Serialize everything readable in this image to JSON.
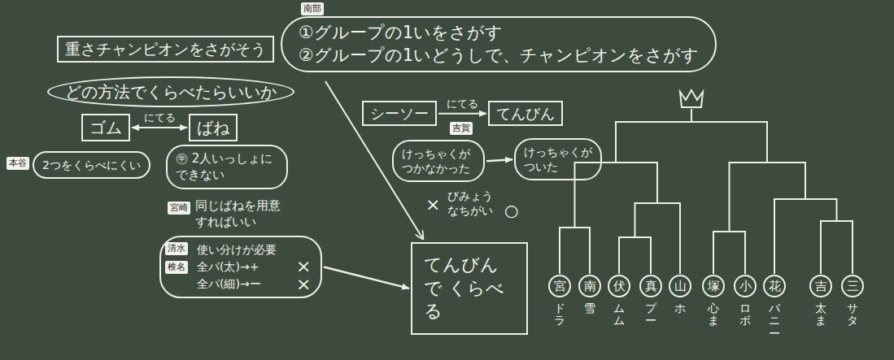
{
  "diagram": {
    "title": "重さチャンピオンをさがそう",
    "nodes": [
      {
        "text": [
          "南部"
        ]
      },
      {
        "text": [
          "①グループの1いをさがす",
          "②グループの1いどうしで、チャンピオンをさがす"
        ]
      },
      {
        "text": [
          "どの方法でくらべたらいいか"
        ]
      },
      {
        "text": [
          "ゴム"
        ]
      },
      {
        "text": [
          "ばね"
        ]
      },
      {
        "text": [
          "シーソー"
        ]
      },
      {
        "text": [
          "吉賀"
        ]
      },
      {
        "text": [
          "てんびん"
        ]
      },
      {
        "text": [
          "本谷"
        ]
      },
      {
        "text": [
          "2つをくらべにくい"
        ]
      },
      {
        "text": [
          "㊫ 2人いっしょにできない"
        ]
      },
      {
        "text": [
          "けっちゃくがつかなかった"
        ]
      },
      {
        "text": [
          "けっちゃくがついた"
        ]
      },
      {
        "text": [
          "宮崎"
        ]
      },
      {
        "text": [
          "使い分けが必要",
          "全パ(太)→+",
          "全パ(細)→ー"
        ]
      },
      {
        "text": [
          "清水"
        ],
        "in": 14
      },
      {
        "text": [
          "椎名"
        ],
        "in": 14
      },
      {
        "text": [
          "てんびんで くらべる"
        ]
      },
      {
        "text": [
          "宮",
          "ドラ"
        ]
      },
      {
        "text": [
          "南",
          "雪"
        ]
      },
      {
        "text": [
          "伏",
          "ムム"
        ]
      },
      {
        "text": [
          "真",
          "プー"
        ]
      },
      {
        "text": [
          "山",
          "ホ"
        ]
      },
      {
        "text": [
          "塚",
          "心ま"
        ]
      },
      {
        "text": [
          "小",
          "ロボ"
        ]
      },
      {
        "text": [
          "花",
          "バニー"
        ]
      },
      {
        "text": [
          "吉",
          "太ま"
        ]
      },
      {
        "text": [
          "三",
          "サタ"
        ]
      }
    ],
    "edges": [
      {
        "from": 3,
        "to": 4,
        "arrow": "both",
        "label": "にてる"
      },
      {
        "from": 5,
        "to": 7,
        "arrow": "to",
        "label": "にてる"
      },
      {
        "from": 11,
        "to": 12,
        "arrow": "to"
      },
      {
        "from": 14,
        "to": 17,
        "arrow": "to"
      }
    ],
    "labels": [
      "同じばねを用意 すればいい",
      "×",
      "×",
      "×",
      "びみょう なちがい",
      "○"
    ]
  }
}
